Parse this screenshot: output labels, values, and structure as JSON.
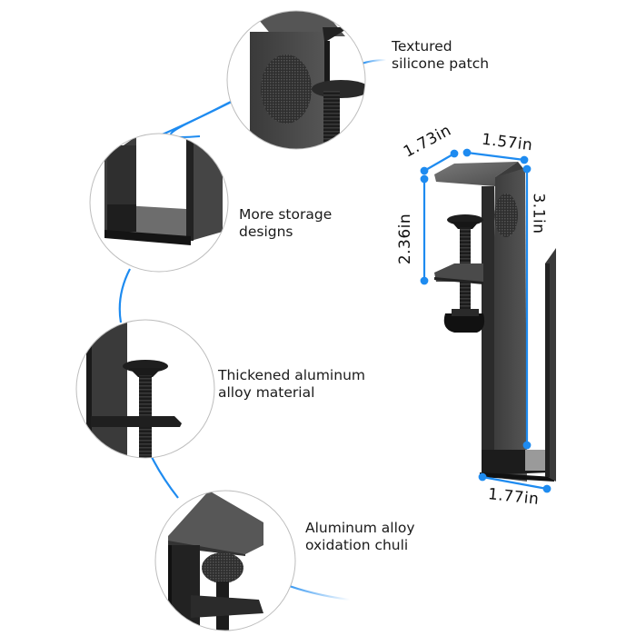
{
  "features": [
    {
      "id": "silicone-patch",
      "lines": [
        "Textured",
        "silicone patch"
      ]
    },
    {
      "id": "storage",
      "lines": [
        "More storage",
        "designs"
      ]
    },
    {
      "id": "thickened",
      "lines": [
        "Thickened aluminum",
        "alloy material"
      ]
    },
    {
      "id": "oxidation",
      "lines": [
        "Aluminum alloy",
        "oxidation chuli"
      ]
    }
  ],
  "dimensions": {
    "depth_top": "1.73in",
    "width_top": "1.57in",
    "clamp_gap": "2.36in",
    "height": "3.1in",
    "bottom": "1.77in"
  },
  "colors": {
    "accent": "#1e8bf0",
    "metal_dark": "#2b2b2b",
    "metal_mid": "#4a4a4a",
    "metal_light": "#6a6a6a"
  }
}
